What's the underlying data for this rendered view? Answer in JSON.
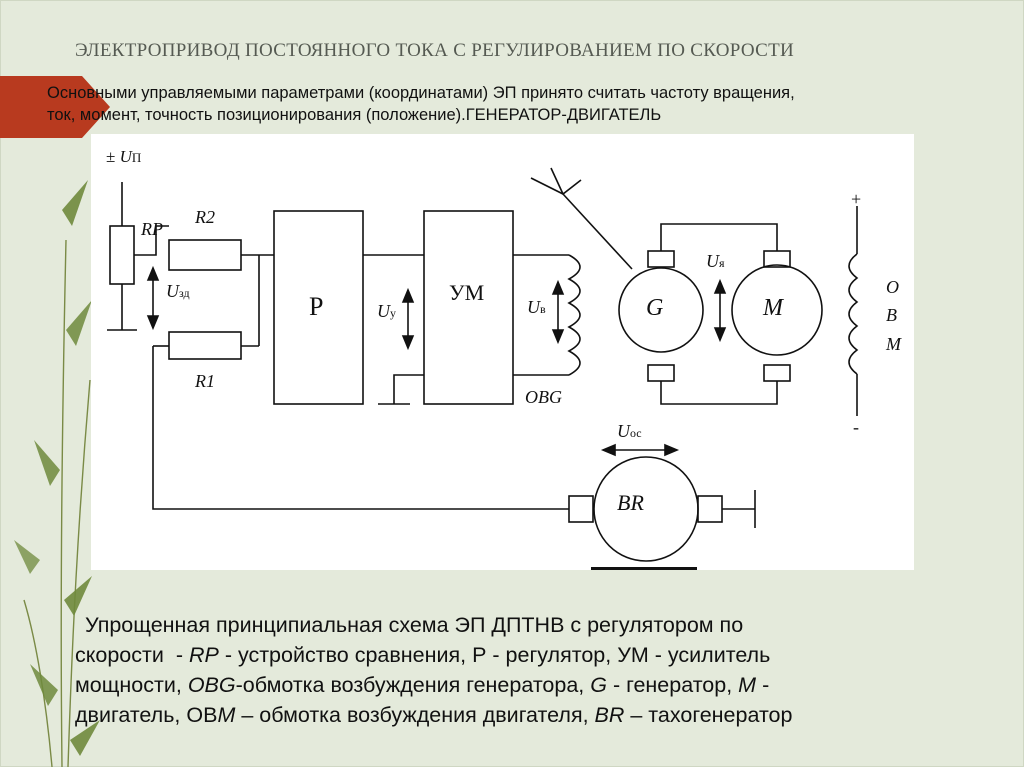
{
  "slide": {
    "title": "ЭЛЕКТРОПРИВОД ПОСТОЯННОГО ТОКА С РЕГУЛИРОВАНИЕМ ПО СКОРОСТИ",
    "subtitle_line1": "Основными управляемыми параметрами (координатами) ЭП принято считать частоту вращения,",
    "subtitle_line2": "ток, момент, точность позиционирования (положение).ГЕНЕРАТОР-ДВИГАТЕЛЬ",
    "colors": {
      "background": "#e4eadb",
      "accent": "#b83a1f",
      "decor": "#7a8a46"
    }
  },
  "diagram": {
    "supply_pm": "±",
    "supply_U": "U",
    "supply_sub": "П",
    "rp": "RP",
    "r2": "R2",
    "r1": "R1",
    "uzd_U": "U",
    "uzd_sub": "зд",
    "p_box": "Р",
    "uy_U": "U",
    "uy_sub": "у",
    "um_box": "УМ",
    "uv_U": "U",
    "uv_sub": "в",
    "obg": "OBG",
    "g": "G",
    "m": "M",
    "uya_U": "U",
    "uya_sub": "я",
    "plus": "+",
    "minus": "-",
    "ovm_o": "О",
    "ovm_v": "В",
    "ovm_m": "М",
    "uos_U": "U",
    "uos_sub": "ос",
    "br": "BR"
  },
  "caption": {
    "l1": "Упрощенная принципиальная схема ЭП ДПТНВ с регулятором по",
    "l2a": "скорости  - ",
    "l2b": "RP",
    "l2c": " - устройство сравнения, Р - регулятор, УМ - усилитель",
    "l3a": "мощности, ",
    "l3b": "OBG",
    "l3c": "-обмотка возбуждения генератора, ",
    "l3d": "G",
    "l3e": " - генератор, ",
    "l3f": "M",
    "l3g": " -",
    "l4a": "двигатель, ОВ",
    "l4b": "M",
    "l4c": " – обмотка возбуждения двигателя, ",
    "l4d": "BR",
    "l4e": " – тахогенератор"
  }
}
